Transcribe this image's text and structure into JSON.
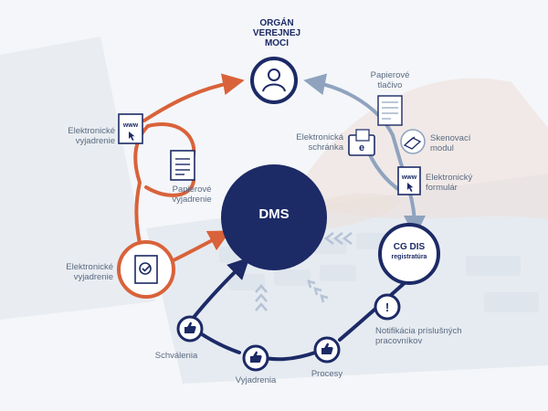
{
  "title": "ORGÁN\nVEREJNEJ\nMOCI",
  "center": "DMS",
  "registry": {
    "title": "CG DIS",
    "subtitle": "registratúra"
  },
  "left_loop": {
    "electronic_statement_top": "Elektronické\nvyjadrenie",
    "paper_statement": "Papierové\nvyjadrenie",
    "electronic_statement_bottom": "Elektronické\nvyjadrenie"
  },
  "right_loop": {
    "paper_form": "Papierové\ntlačivo",
    "electronic_mailbox": "Elektronická\nschránka",
    "scan_module": "Skenovací\nmodul",
    "electronic_form": "Elektronický\nformulár"
  },
  "bottom_loop": {
    "notification": "Notifikácia príslušných\npracovníkov",
    "approvals": "Schválenia",
    "statements": "Vyjadrenia",
    "processes": "Procesy"
  },
  "icons": {
    "www": "www",
    "mailbox_letter": "e",
    "alert": "!"
  },
  "colors": {
    "navy": "#1c2a66",
    "orange": "#d9623a",
    "grey_blue": "#8fa3bf"
  }
}
